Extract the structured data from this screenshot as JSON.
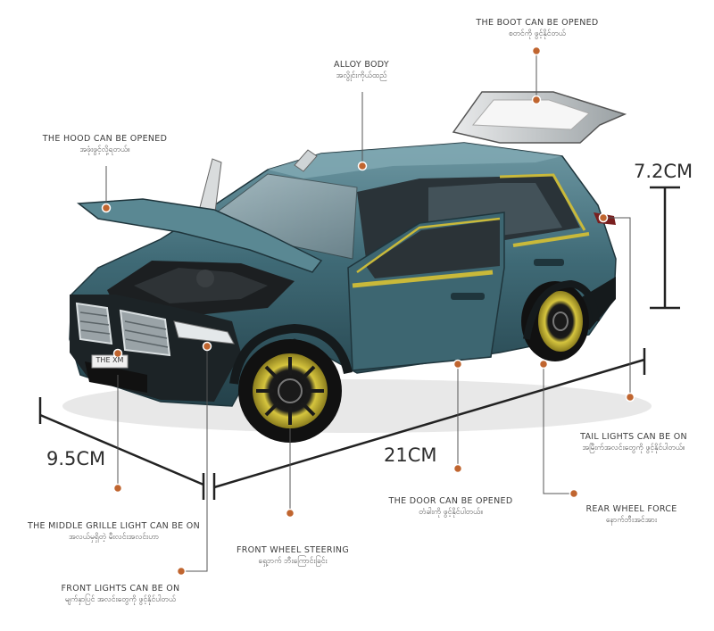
{
  "colors": {
    "body": "#3c6571",
    "accent": "#c9b93a",
    "dot": "#c0652f",
    "line": "#2b2b2b"
  },
  "dimensions": {
    "height": "7.2CM",
    "width": "9.5CM",
    "length": "21CM"
  },
  "callouts": {
    "boot": {
      "en": "THE BOOT CAN BE OPENED",
      "my": "စတင်ကို ဖွင့်နိုင်တယ်"
    },
    "alloy": {
      "en": "ALLOY BODY",
      "my": "အလွိုင်းကိုယ်ထည်"
    },
    "hood": {
      "en": "THE HOOD CAN BE OPENED",
      "my": "အဖုံးဖွင့်လို့ရတယ်။"
    },
    "tail": {
      "en": "TAIL LIGHTS CAN BE ON",
      "my": "အမြီးက်အလင်းတွေကို ဖွင့်နိုင်ပါတယ်။"
    },
    "door": {
      "en": "THE DOOR CAN BE OPENED",
      "my": "တံခါးကို ဖွင့်နိုင်ပါတယ်။"
    },
    "rear_wheel": {
      "en": "REAR WHEEL FORCE",
      "my": "နောက်ဘီးအင်အား"
    },
    "grille": {
      "en": "THE MIDDLE GRILLE LIGHT CAN BE ON",
      "my": "အလယ်မှရှိတဲ့ မီးလင်းအလင်းဟာ"
    },
    "front_wheel": {
      "en": "FRONT WHEEL STEERING",
      "my": "ရှေ့ဘက် ဘီးကြောင်းခြင်း"
    },
    "front_lights": {
      "en": "FRONT LIGHTS CAN BE ON",
      "my": "မျက်နှာပြင် အလင်းတွေကို ဖွင့်နိုင်ပါတယ်"
    }
  },
  "plate": "THE XM"
}
